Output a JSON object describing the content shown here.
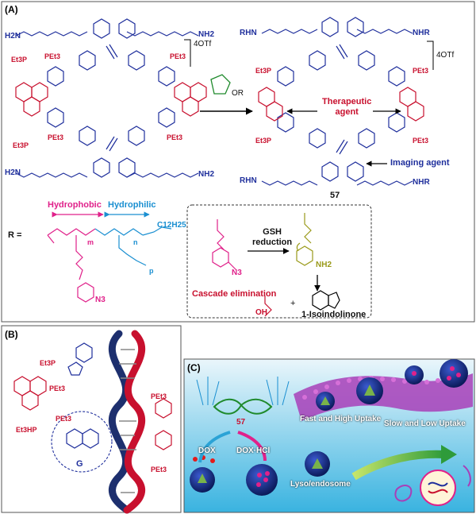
{
  "panels": {
    "a": {
      "letter": "(A)",
      "counter_ion_left": "4OTf",
      "counter_ion_right": "4OTf",
      "reagent_R": "OR",
      "compound_number": "57",
      "therapeutic_agent": "Therapeutic\nagent",
      "imaging_agent": "Imaging agent",
      "hydrophobic": "Hydrophobic",
      "hydrophilic": "Hydrophilic",
      "r_label": "R =",
      "chain_c12": "C12H25",
      "subscript_m": "m",
      "subscript_n": "n",
      "subscript_p": "p",
      "n3_label": "N3",
      "gsh_reduction": "GSH\nreduction",
      "nh2_label": "NH2",
      "cascade_elimination": "Cascade elimination",
      "plus": "+",
      "isoindolinone": "1-Isoindolinone",
      "oh_label": "OH",
      "h2n_left": "H2N",
      "nh2_right": "NH2",
      "rhn_left": "RHN",
      "nhr_right": "NHR",
      "pet3": "PEt3",
      "et3p": "Et3P"
    },
    "b": {
      "letter": "(B)",
      "g_label": "G",
      "et3hp": "Et3HP"
    },
    "c": {
      "letter": "(C)",
      "compound": "57",
      "dox": "DOX",
      "dox_hcl": "DOX·HCl",
      "fast_uptake": "Fast and High Uptake",
      "slow_uptake": "Slow and Low Uptake",
      "lysosome": "Lyso/endosome"
    }
  },
  "colors": {
    "red": "#c8102e",
    "blue": "#1f2f9c",
    "magenta": "#e0218a",
    "cyan": "#1a8fd1",
    "olive": "#9a9a1a",
    "green": "#1f8a2c",
    "purple": "#a83fb8"
  }
}
